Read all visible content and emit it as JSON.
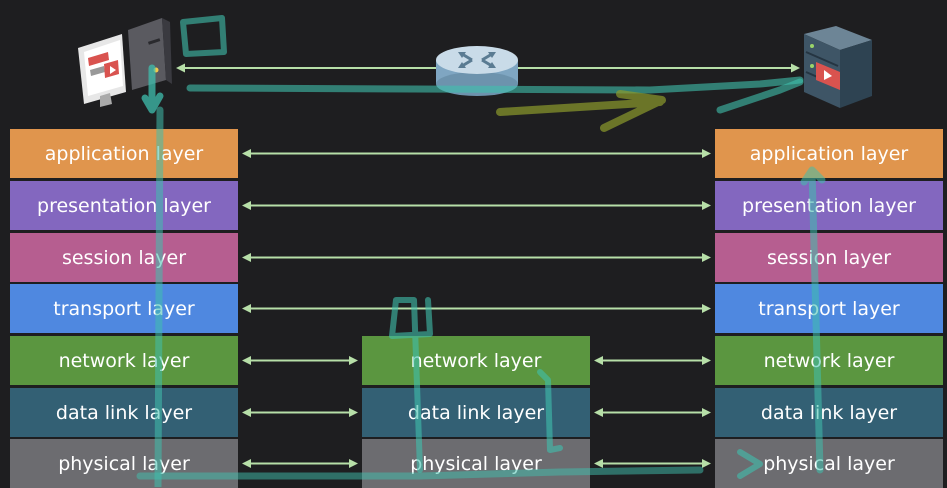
{
  "colors": {
    "background": "#1e1e20",
    "application": "#e0954d",
    "presentation": "#8367bf",
    "session": "#b65e90",
    "transport": "#4f88e0",
    "network": "#5b9640",
    "datalink": "#336074",
    "physical": "#6c6c70",
    "link_arrow": "#b7dfa8",
    "annotation": "#3fbfad",
    "annotation_yellow": "#8c9a2c"
  },
  "hosts": {
    "left_host": {
      "icon": "computer-icon"
    },
    "router": {
      "icon": "router-icon"
    },
    "right_host": {
      "icon": "server-icon"
    }
  },
  "left_stack": [
    {
      "key": "application",
      "label": "application layer"
    },
    {
      "key": "presentation",
      "label": "presentation layer"
    },
    {
      "key": "session",
      "label": "session layer"
    },
    {
      "key": "transport",
      "label": "transport layer"
    },
    {
      "key": "network",
      "label": "network layer"
    },
    {
      "key": "datalink",
      "label": "data link layer"
    },
    {
      "key": "physical",
      "label": "physical layer"
    }
  ],
  "middle_stack": [
    {
      "key": "network",
      "label": "network layer"
    },
    {
      "key": "datalink",
      "label": "data link layer"
    },
    {
      "key": "physical",
      "label": "physical layer"
    }
  ],
  "right_stack": [
    {
      "key": "application",
      "label": "application layer"
    },
    {
      "key": "presentation",
      "label": "presentation layer"
    },
    {
      "key": "session",
      "label": "session layer"
    },
    {
      "key": "transport",
      "label": "transport layer"
    },
    {
      "key": "network",
      "label": "network layer"
    },
    {
      "key": "datalink",
      "label": "data link layer"
    },
    {
      "key": "physical",
      "label": "physical layer"
    }
  ]
}
